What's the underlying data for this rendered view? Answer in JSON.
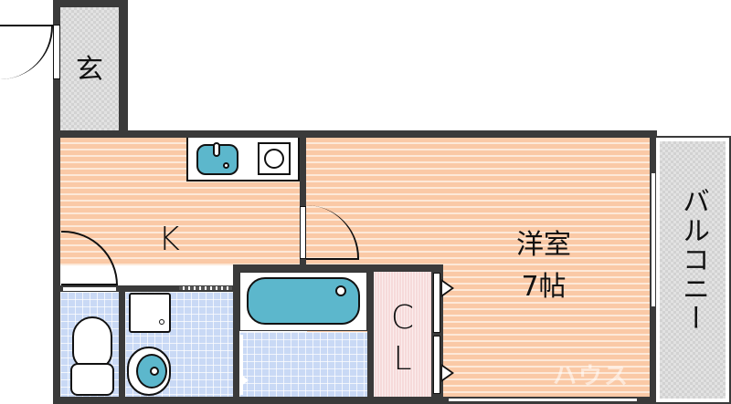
{
  "floorplan": {
    "rooms": {
      "entrance": {
        "label": "玄"
      },
      "kitchen": {
        "label": "K"
      },
      "western_room": {
        "label_line1": "洋室",
        "label_line2": "7帖"
      },
      "closet": {
        "label_line1": "C",
        "label_line2": "L"
      },
      "balcony": {
        "label": "バルコニー"
      }
    },
    "fixtures": [
      "kitchen-sink",
      "stove-burner",
      "bathtub",
      "washbasin",
      "toilet",
      "washing-machine-pan"
    ],
    "colors": {
      "wall": "#3a3a3a",
      "wood_floor": "#fac9a6",
      "tile_floor": "#c9d9f5",
      "closet_floor": "#f6dada",
      "balcony_floor": "#e2e2e2",
      "fixture_blue": "#5cb7cc"
    },
    "watermark": "ハウス"
  }
}
